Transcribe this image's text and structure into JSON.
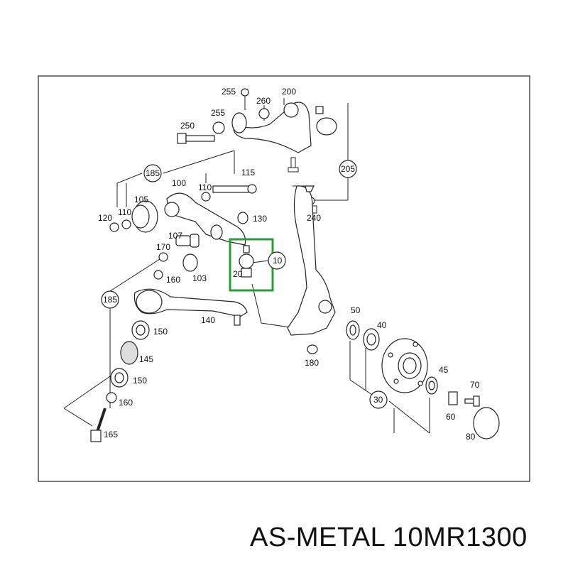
{
  "caption": "AS-METAL 10MR1300",
  "highlight_color": "#2a9d3a",
  "highlighted_part": "20",
  "labels": {
    "l255a": "255",
    "l260": "260",
    "l200": "200",
    "l255b": "255",
    "l250": "250",
    "l185a": "185",
    "l110a": "110",
    "l115": "115",
    "l205": "205",
    "l100": "100",
    "l105": "105",
    "l120": "120",
    "l110b": "110",
    "l130": "130",
    "l240": "240",
    "l107": "107",
    "l170": "170",
    "l103": "103",
    "l20": "20",
    "l10": "10",
    "l160a": "160",
    "l185b": "185",
    "l140": "140",
    "l150a": "150",
    "l145": "145",
    "l150b": "150",
    "l160b": "160",
    "l165": "165",
    "l50": "50",
    "l40": "40",
    "l180": "180",
    "l45": "45",
    "l70": "70",
    "l30": "30",
    "l60": "60",
    "l80": "80"
  }
}
